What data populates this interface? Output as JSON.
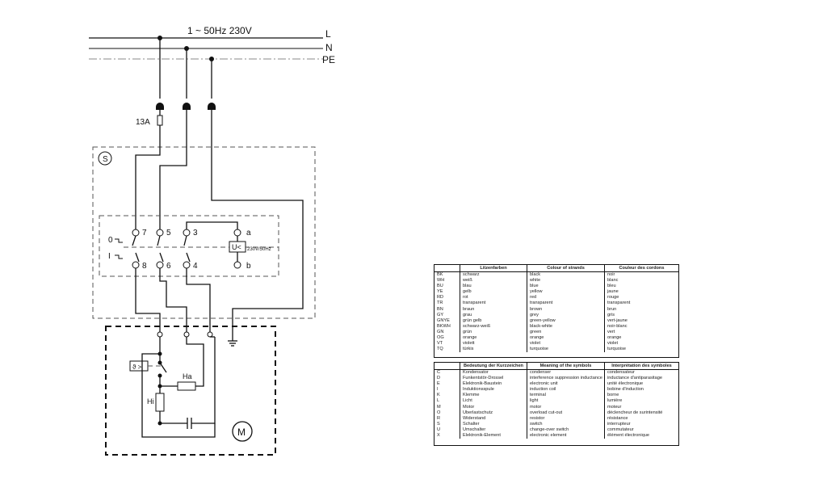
{
  "supply": {
    "rating": "1 ~ 50Hz 230V",
    "line_labels": [
      "L",
      "N",
      "PE"
    ]
  },
  "fuse": {
    "rating": "13A"
  },
  "switch_unit": {
    "label": "S"
  },
  "terminals": {
    "top": [
      "7",
      "5",
      "3",
      "a"
    ],
    "bottom": [
      "8",
      "6",
      "4",
      "b"
    ],
    "positions": [
      "0",
      "I"
    ]
  },
  "voltage_relay": {
    "symbol": "U<",
    "rating": "230V/50Hz"
  },
  "motor_unit": {
    "thermal_symbol": "ϑ >",
    "resistor_ha": "Ha",
    "resistor_hi": "Hi",
    "motor": "M"
  },
  "colour_table": {
    "headers": [
      "Litzenfarben",
      "Colour of strands",
      "Couleur des cordons"
    ],
    "rows": [
      [
        "BK",
        "schwarz",
        "black",
        "noir"
      ],
      [
        "WH",
        "weiß",
        "white",
        "blanc"
      ],
      [
        "BU",
        "blau",
        "blue",
        "bleu"
      ],
      [
        "YE",
        "gelb",
        "yellow",
        "jaune"
      ],
      [
        "RD",
        "rot",
        "red",
        "rouge"
      ],
      [
        "TR",
        "transparent",
        "transparent",
        "transparent"
      ],
      [
        "BN",
        "braun",
        "brown",
        "brun"
      ],
      [
        "GY",
        "grau",
        "grey",
        "gris"
      ],
      [
        "GNYE",
        "grün gelb",
        "green-yellow",
        "vert-jaune"
      ],
      [
        "BKWH",
        "schwarz-weiß",
        "black-white",
        "noir-blanc"
      ],
      [
        "GN",
        "grün",
        "green",
        "vert"
      ],
      [
        "OG",
        "orange",
        "orange",
        "orange"
      ],
      [
        "VT",
        "violett",
        "violet",
        "violet"
      ],
      [
        "TQ",
        "türkis",
        "turquoise",
        "turquoise"
      ]
    ]
  },
  "symbol_table": {
    "headers": [
      "Bedeutung der Kurzzeichen",
      "Meaning of the symbols",
      "Interprétation des symboles"
    ],
    "rows": [
      [
        "C",
        "Kondensator",
        "condenser",
        "condensateur"
      ],
      [
        "D",
        "Funkentstör-Drossel",
        "interference suppression inductance",
        "inductance d'antiparasitage"
      ],
      [
        "E",
        "Elektronik-Baustein",
        "electronic unit",
        "unité électronique"
      ],
      [
        "I",
        "Induktionsspule",
        "induction coil",
        "bobine d'induction"
      ],
      [
        "K",
        "Klemme",
        "terminal",
        "borne"
      ],
      [
        "L",
        "Licht",
        "light",
        "lumière"
      ],
      [
        "M",
        "Motor",
        "motor",
        "moteur"
      ],
      [
        "O",
        "Überlastschutz",
        "overload cut-out",
        "déclencheur de surintensité"
      ],
      [
        "R",
        "Widerstand",
        "resistor",
        "résistance"
      ],
      [
        "S",
        "Schalter",
        "switch",
        "interrupteur"
      ],
      [
        "U",
        "Umschalter",
        "change-over switch",
        "commutateur"
      ],
      [
        "X",
        "Elektronik-Element",
        "electronic element",
        "élément électronique"
      ]
    ]
  }
}
